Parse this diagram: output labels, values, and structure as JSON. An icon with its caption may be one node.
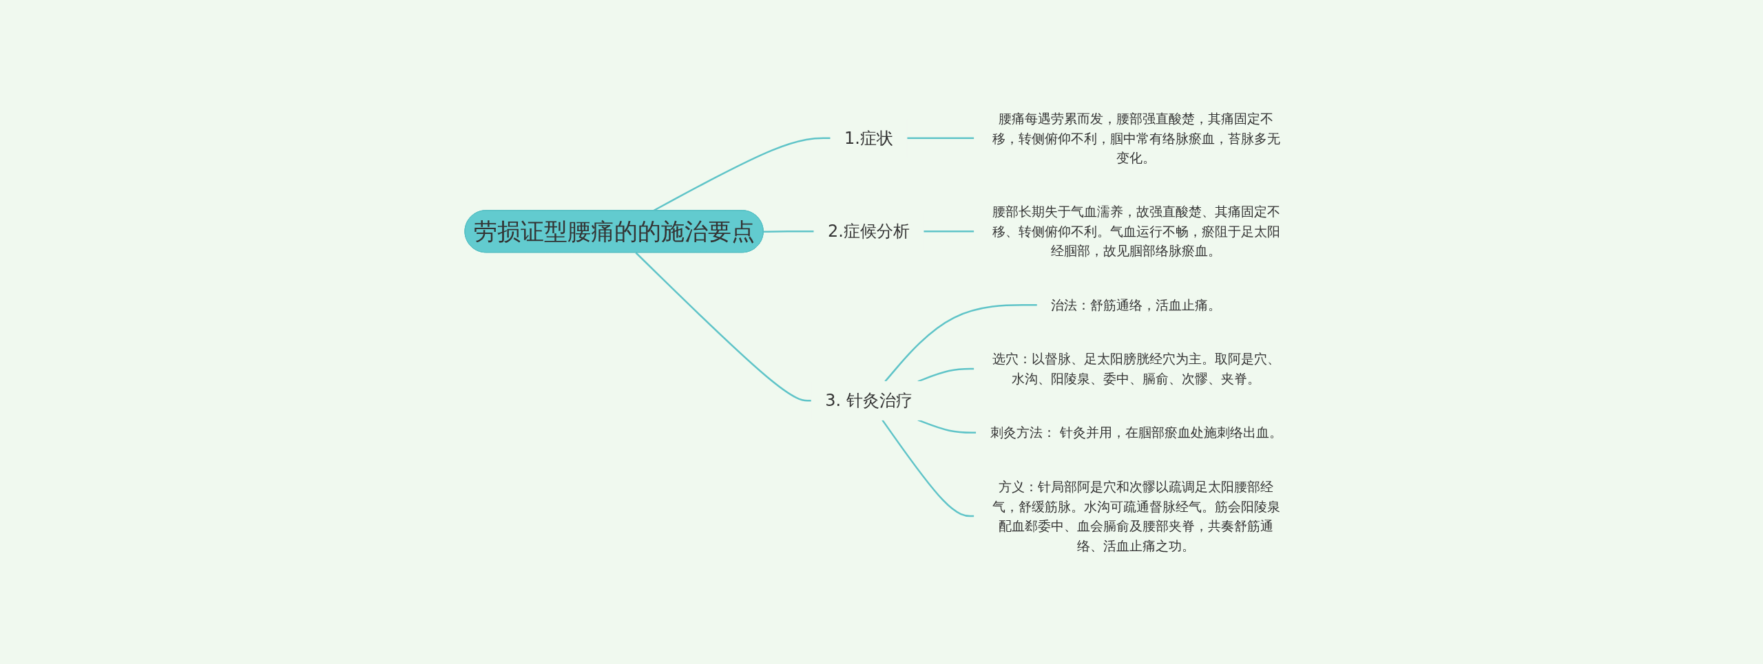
{
  "diagram": {
    "nodes": [
      {
        "text": [
          "劳损证型腰痛的的施治要点"
        ]
      },
      {
        "text": [
          "1.症状"
        ]
      },
      {
        "text": [
          "腰痛每遇劳累而发，腰部强直酸楚，其痛固定不移，转侧俯仰不利，腘中常有络脉瘀血，苔脉多无变化。"
        ]
      },
      {
        "text": [
          "2.症候分析"
        ]
      },
      {
        "text": [
          "腰部长期失于气血濡养，故强直酸楚、其痛固定不移、转侧俯仰不利。气血运行不畅，瘀阻于足太阳经腘部，故见腘部络脉瘀血。"
        ]
      },
      {
        "text": [
          "3. 针灸治疗"
        ]
      },
      {
        "text": [
          "治法：舒筋通络，活血止痛。"
        ]
      },
      {
        "text": [
          "选穴：以督脉、足太阳膀胱经穴为主。取阿是穴、水沟、阳陵泉、委中、膈俞、次髎、夹脊。"
        ]
      },
      {
        "text": [
          "刺灸方法： 针灸并用，在腘部瘀血处施刺络出血。"
        ]
      },
      {
        "text": [
          "方义：针局部阿是穴和次髎以疏调足太阳腰部经气，舒缓筋脉。水沟可疏通督脉经气。筋会阳陵泉配血郄委中、血会膈俞及腰部夹脊，共奏舒筋通络、活血止痛之功。"
        ]
      }
    ],
    "edges": [
      {
        "from": 0,
        "to": 1,
        "arrow": "none"
      },
      {
        "from": 1,
        "to": 2,
        "arrow": "none"
      },
      {
        "from": 0,
        "to": 3,
        "arrow": "none"
      },
      {
        "from": 3,
        "to": 4,
        "arrow": "none"
      },
      {
        "from": 0,
        "to": 5,
        "arrow": "none"
      },
      {
        "from": 5,
        "to": 6,
        "arrow": "none"
      },
      {
        "from": 5,
        "to": 7,
        "arrow": "none"
      },
      {
        "from": 5,
        "to": 8,
        "arrow": "none"
      },
      {
        "from": 5,
        "to": 9,
        "arrow": "none"
      }
    ]
  }
}
